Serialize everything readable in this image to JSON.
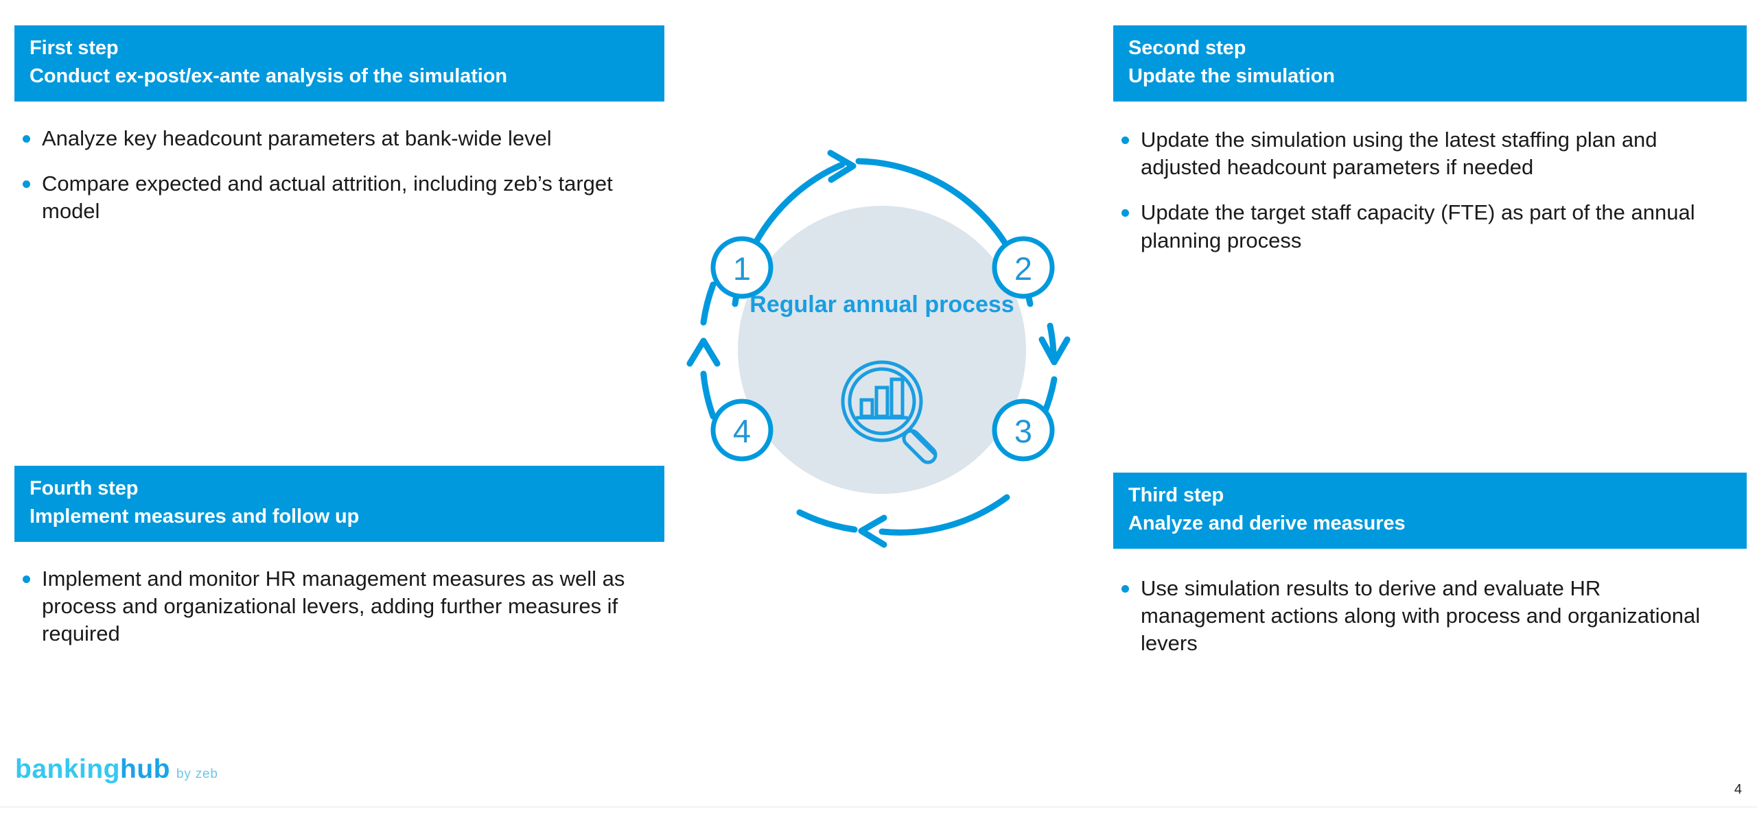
{
  "colors": {
    "brand_blue": "#0099dd",
    "header_bg": "#0099dd",
    "inner_circle": "#dce5ec",
    "bullet_dot": "#0099dd",
    "logo_banking": "#35c8f0",
    "logo_hub": "#1aa3e8",
    "logo_byzeb": "#6fc4e8"
  },
  "panels": {
    "first": {
      "step_label": "First step",
      "step_title": "Conduct ex-post/ex-ante analysis of the simulation",
      "bullets": [
        "Analyze key headcount parameters at bank-wide level",
        "Compare expected and actual attrition, including zeb’s target model"
      ]
    },
    "second": {
      "step_label": "Second step",
      "step_title": "Update the simulation",
      "bullets": [
        "Update the simulation using the latest staffing plan and adjusted headcount parameters if needed",
        "Update the target staff capacity (FTE) as part of the annual planning process"
      ]
    },
    "third": {
      "step_label": "Third step",
      "step_title": "Analyze and derive measures",
      "bullets": [
        "Use simulation results to derive and evaluate HR management actions along with process and organizational levers"
      ]
    },
    "fourth": {
      "step_label": "Fourth step",
      "step_title": "Implement measures and follow up",
      "bullets": [
        "Implement and monitor HR management measures as well as process and organizational levers, adding further measures if required"
      ]
    }
  },
  "cycle": {
    "center_label": "Regular annual process",
    "center_icon": "magnifier-bar-chart-icon",
    "nodes": [
      {
        "number": "1",
        "position": "top-left"
      },
      {
        "number": "2",
        "position": "top-right"
      },
      {
        "number": "3",
        "position": "bottom-right"
      },
      {
        "number": "4",
        "position": "bottom-left"
      }
    ],
    "arrow_direction": "clockwise"
  },
  "footer": {
    "logo_banking": "banking",
    "logo_hub": "hub",
    "logo_byzeb": "by zeb",
    "page_number": "4"
  }
}
